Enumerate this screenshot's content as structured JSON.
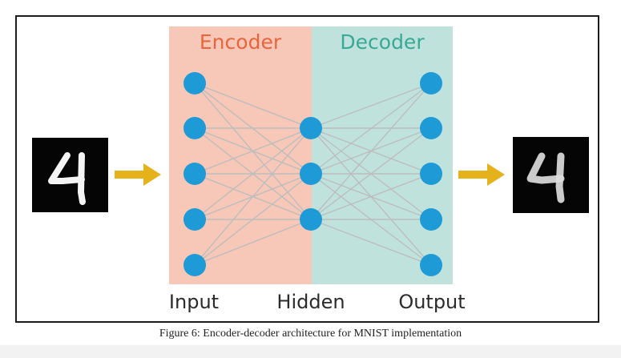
{
  "diagram": {
    "encoder_label": "Encoder",
    "decoder_label": "Decoder",
    "layer_labels": {
      "input": "Input",
      "hidden": "Hidden",
      "output": "Output"
    },
    "layers": [
      {
        "name": "input",
        "nodes": 5
      },
      {
        "name": "hidden",
        "nodes": 3
      },
      {
        "name": "output",
        "nodes": 5
      }
    ],
    "input_image_digit": "4",
    "output_image_digit": "4",
    "colors": {
      "encoder_label": "#e8663e",
      "decoder_label": "#3aa896",
      "node": "#1e9ad6",
      "edge": "#bdbdbd",
      "arrow": "#e6b21c"
    }
  },
  "caption": "Figure 6: Encoder-decoder architecture for MNIST implementation"
}
